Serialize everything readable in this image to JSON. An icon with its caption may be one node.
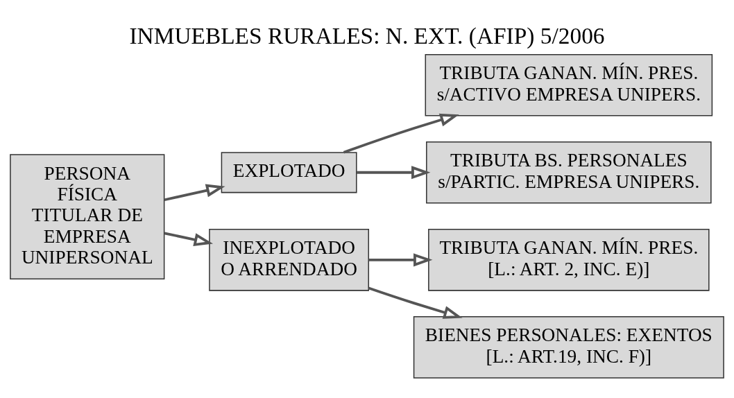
{
  "diagram": {
    "title": "INMUEBLES RURALES: N. EXT. (AFIP) 5/2006",
    "nodes": [
      {
        "text": [
          "PERSONA FÍSICA TITULAR DE EMPRESA UNIPERSONAL"
        ]
      },
      {
        "text": [
          "EXPLOTADO"
        ]
      },
      {
        "text": [
          "INEXPLOTADO O ARRENDADO"
        ]
      },
      {
        "text": [
          "TRIBUTA GANAN. MÍN. PRES. s/ACTIVO EMPRESA UNIPERS."
        ]
      },
      {
        "text": [
          "TRIBUTA BS. PERSONALES s/PARTIC. EMPRESA UNIPERS."
        ]
      },
      {
        "text": [
          "TRIBUTA GANAN. MÍN. PRES. [L.: ART. 2, INC. E)]"
        ]
      },
      {
        "text": [
          "BIENES PERSONALES: EXENTOS [L.: ART.19, INC. F)]"
        ]
      }
    ],
    "edges": [
      {
        "from": 0,
        "to": 1,
        "arrow": "to"
      },
      {
        "from": 0,
        "to": 2,
        "arrow": "to"
      },
      {
        "from": 1,
        "to": 3,
        "arrow": "to"
      },
      {
        "from": 1,
        "to": 4,
        "arrow": "to"
      },
      {
        "from": 2,
        "to": 5,
        "arrow": "to"
      },
      {
        "from": 2,
        "to": 6,
        "arrow": "to"
      }
    ]
  }
}
